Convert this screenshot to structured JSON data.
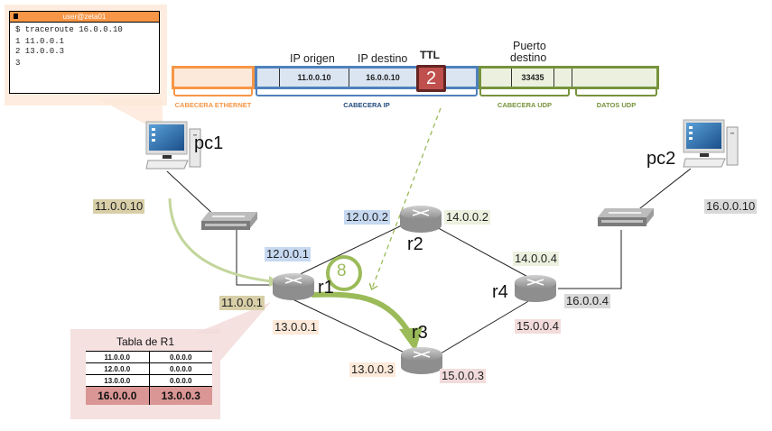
{
  "terminal": {
    "title": "user@zeta01",
    "lines": [
      "$ traceroute 16.0.0.10",
      "1 11.0.0.1",
      "2 13.0.0.3",
      "3"
    ]
  },
  "packet": {
    "labels": {
      "ip_origen": "IP origen",
      "ip_destino": "IP destino",
      "ttl": "TTL",
      "puerto_destino_1": "Puerto",
      "puerto_destino_2": "destino"
    },
    "fields": {
      "src_ip": "11.0.0.10",
      "dst_ip": "16.0.0.10",
      "ttl_value": "2",
      "dst_port": "33435"
    },
    "segments": {
      "ethernet": "CABECERA ETHERNET",
      "ip": "CABECERA IP",
      "udp": "CABECERA UDP",
      "udp_data": "DATOS UDP"
    }
  },
  "nodes": {
    "pc1": "pc1",
    "pc2": "pc2",
    "r1": "r1",
    "r2": "r2",
    "r3": "r3",
    "r4": "r4"
  },
  "addresses": {
    "pc1": "11.0.0.10",
    "pc2": "16.0.0.10",
    "r1_eth0": "11.0.0.1",
    "r1_eth1": "12.0.0.1",
    "r1_eth2": "13.0.0.1",
    "r2_eth0": "12.0.0.2",
    "r2_eth1": "14.0.0.2",
    "r3_eth0": "13.0.0.3",
    "r3_eth1": "15.0.0.3",
    "r4_eth0": "14.0.0.4",
    "r4_eth1": "15.0.0.4",
    "r4_eth2": "16.0.0.4"
  },
  "ttl_badge": "8",
  "routing_table": {
    "title": "Tabla de R1",
    "rows": [
      [
        "11.0.0.0",
        "0.0.0.0"
      ],
      [
        "12.0.0.0",
        "0.0.0.0"
      ],
      [
        "13.0.0.0",
        "0.0.0.0"
      ],
      [
        "16.0.0.0",
        "13.0.0.3"
      ]
    ],
    "highlighted_row": 3
  },
  "colors": {
    "ethernet": "#f79646",
    "ip": "#4f81bd",
    "udp": "#77933c",
    "ttl_box": "#c0504d",
    "path": "#9bbb59",
    "path_light": "#c3d69b"
  }
}
